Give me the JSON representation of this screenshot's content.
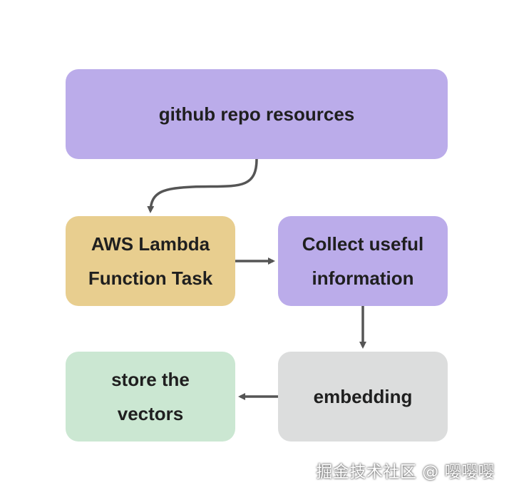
{
  "diagram": {
    "nodes": {
      "github": {
        "label": "github repo resources",
        "color": "#bbacea"
      },
      "lambda": {
        "line1": "AWS Lambda",
        "line2": "Function Task",
        "color": "#e8ce8f"
      },
      "collect": {
        "line1": "Collect useful",
        "line2": "information",
        "color": "#bbacea"
      },
      "embedding": {
        "label": "embedding",
        "color": "#dcdddd"
      },
      "store": {
        "line1": "store the",
        "line2": "vectors",
        "color": "#cbe7d2"
      }
    },
    "edges": [
      {
        "from": "github",
        "to": "lambda"
      },
      {
        "from": "lambda",
        "to": "collect"
      },
      {
        "from": "collect",
        "to": "embedding"
      },
      {
        "from": "embedding",
        "to": "store"
      }
    ],
    "edge_color": "#555555"
  },
  "watermark": "掘金技术社区 @ 嘤嘤嘤"
}
